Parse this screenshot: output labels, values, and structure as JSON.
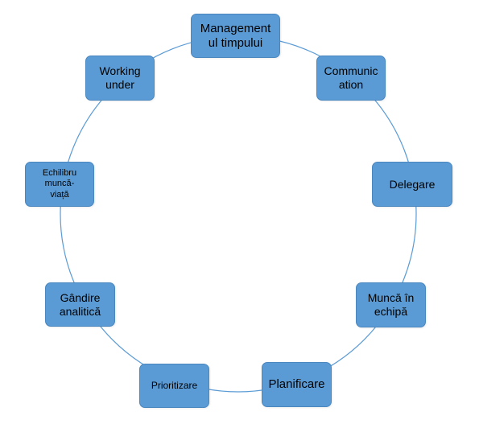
{
  "diagram": {
    "type": "cycle",
    "line_color": "#5b9bd5",
    "node_color": "#5b9bd5",
    "nodes": [
      {
        "id": "management",
        "label": "Management\nul timpului"
      },
      {
        "id": "communication",
        "label": "Communic\nation"
      },
      {
        "id": "delegare",
        "label": "Delegare"
      },
      {
        "id": "munca",
        "label": "Muncă în\nechipă"
      },
      {
        "id": "planificare",
        "label": "Planificare"
      },
      {
        "id": "prioritizare",
        "label": "Prioritizare"
      },
      {
        "id": "gandire",
        "label": "Gândire\nanalitică"
      },
      {
        "id": "echilibru",
        "label": "Echilibru\nmuncă-\nviață"
      },
      {
        "id": "working",
        "label": "Working\nunder"
      }
    ]
  }
}
